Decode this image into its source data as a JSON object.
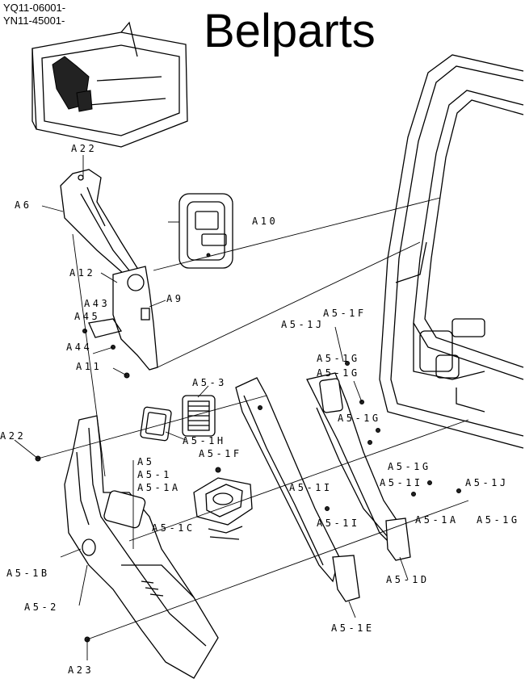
{
  "header": {
    "model_lines": [
      "YQ11-06001-",
      "YN11-45001-"
    ],
    "brand": "Belparts"
  },
  "callouts": [
    "A22",
    "A6",
    "A10",
    "A12",
    "A43",
    "A9",
    "A45",
    "A44",
    "A11",
    "A5-3",
    "A5-1H",
    "A5-1F",
    "A5",
    "A5-1",
    "A5-1A",
    "A5-1C",
    "A22",
    "A5-1B",
    "A5-2",
    "A23",
    "A5-1J",
    "A5-1F",
    "A5-1G",
    "A5-1G",
    "A5-1G",
    "A5-1G",
    "A5-1I",
    "A5-1J",
    "A5-1I",
    "A5-1I",
    "A5-1A",
    "A5-1G",
    "A5-1D",
    "A5-1E"
  ],
  "colors": {
    "line": "#000000",
    "background": "#ffffff"
  }
}
